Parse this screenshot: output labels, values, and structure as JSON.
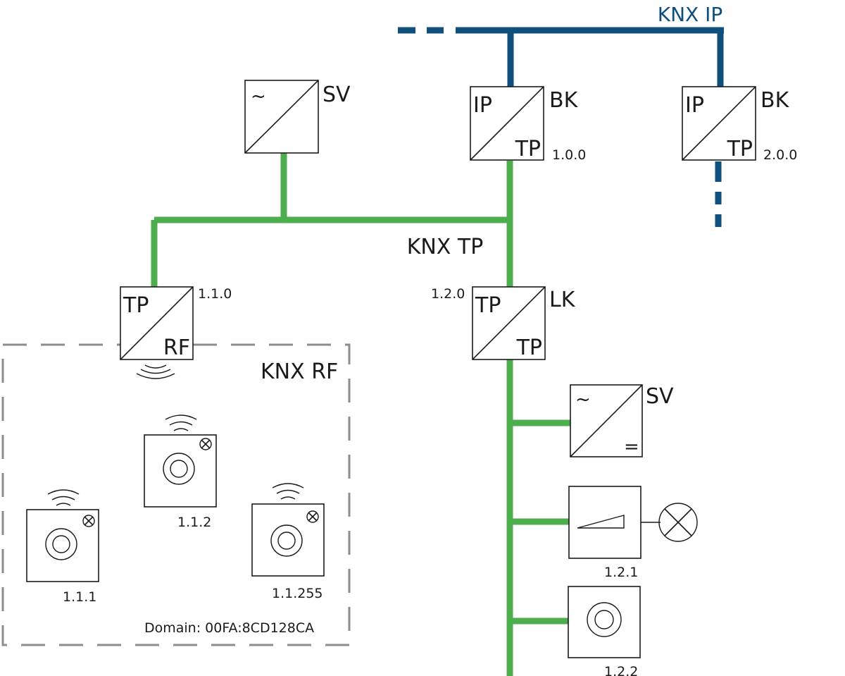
{
  "colors": {
    "ip_bus": "#0e4f7c",
    "tp_bus": "#4cae4c",
    "rf_boundary": "#8c8c8c",
    "outline": "#1a1a1a"
  },
  "buses": {
    "ip": "KNX IP",
    "tp": "KNX TP",
    "rf": "KNX RF"
  },
  "rf_domain": "Domain: 00FA:8CD128CA",
  "power_supply_top": {
    "symbol": "~",
    "label": "SV"
  },
  "backbone_coupler_1": {
    "top": "IP",
    "bottom": "TP",
    "label": "BK",
    "address": "1.0.0"
  },
  "backbone_coupler_2": {
    "top": "IP",
    "bottom": "TP",
    "label": "BK",
    "address": "2.0.0"
  },
  "media_coupler": {
    "top": "TP",
    "bottom": "RF",
    "address": "1.1.0"
  },
  "line_coupler": {
    "top": "TP",
    "bottom": "TP",
    "label": "LK",
    "address": "1.2.0"
  },
  "power_supply_line": {
    "symbol_top": "~",
    "symbol_bottom": "=",
    "label": "SV"
  },
  "dimmer": {
    "address": "1.2.1",
    "icons": [
      "dimmer-ramp-icon",
      "lamp-icon"
    ]
  },
  "push_button_tp": {
    "address": "1.2.2",
    "icon": "push-button-icon"
  },
  "rf_devices": [
    {
      "address": "1.1.1",
      "icon": "rf-switch-icon"
    },
    {
      "address": "1.1.2",
      "icon": "rf-switch-icon"
    },
    {
      "address": "1.1.255",
      "icon": "rf-switch-icon"
    }
  ]
}
